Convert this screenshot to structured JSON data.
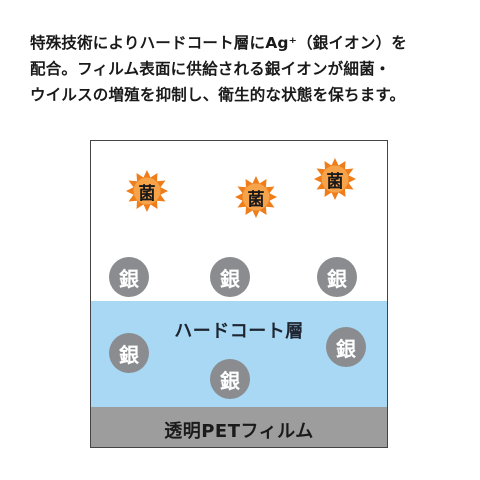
{
  "description": {
    "line1": "特殊技術によりハードコート層にAg⁺（銀イオン）を",
    "line2": "配合。フィルム表面に供給される銀イオンが細菌・",
    "line3": "ウイルスの増殖を抑制し、衛生的な状態を保ちます。"
  },
  "diagram": {
    "germ_label": "菌",
    "silver_label": "銀",
    "coat_label": "ハードコート層",
    "film_label": "透明PETフィルム"
  },
  "colors": {
    "coat": "#a9d8f4",
    "film": "#9d9d9d",
    "silver": "#8a8c8f",
    "germ": "#ee7d1a"
  },
  "icons": [
    "germ-icon",
    "silver-ion-icon"
  ]
}
